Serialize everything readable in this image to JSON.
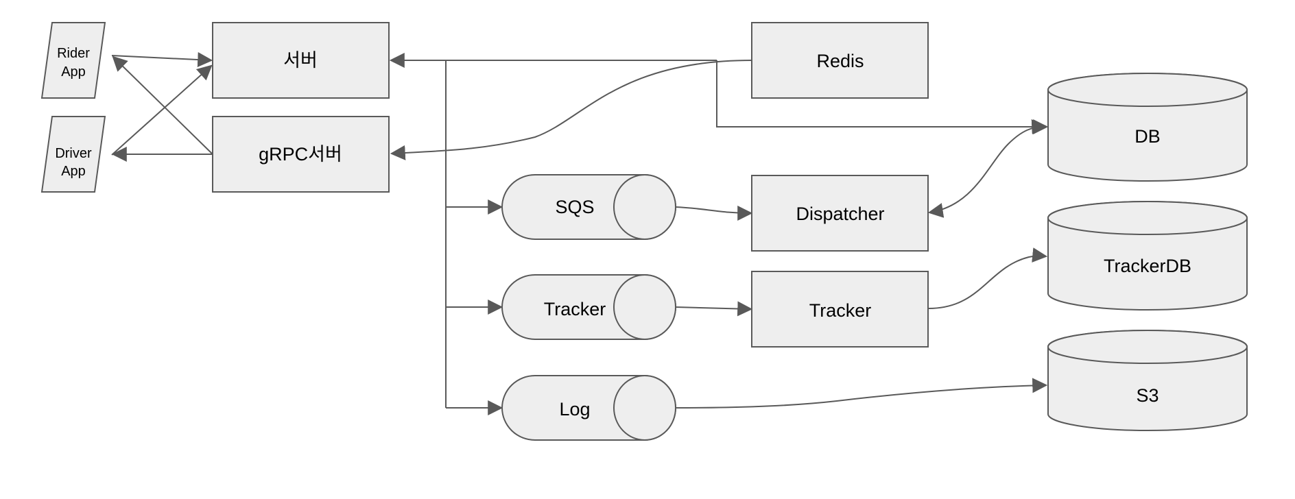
{
  "diagram": {
    "nodes": {
      "rider_app": [
        "Rider",
        "App"
      ],
      "driver_app": [
        "Driver",
        "App"
      ],
      "server": "서버",
      "grpc_server": "gRPC서버",
      "redis": "Redis",
      "db": "DB",
      "sqs": "SQS",
      "dispatcher": "Dispatcher",
      "tracker_queue": "Tracker",
      "tracker": "Tracker",
      "tracker_db": "TrackerDB",
      "log": "Log",
      "s3": "S3"
    },
    "edges": [
      {
        "from": "rider_app",
        "to": "server"
      },
      {
        "from": "driver_app",
        "to": "server"
      },
      {
        "from": "grpc_server",
        "to": "rider_app"
      },
      {
        "from": "grpc_server",
        "to": "driver_app"
      },
      {
        "from": "redis",
        "to": "server"
      },
      {
        "from": "redis",
        "to": "grpc_server"
      },
      {
        "from": "redis",
        "to": "db"
      },
      {
        "from": "server",
        "to": "sqs"
      },
      {
        "from": "server",
        "to": "tracker_queue"
      },
      {
        "from": "server",
        "to": "log"
      },
      {
        "from": "sqs",
        "to": "dispatcher"
      },
      {
        "from": "dispatcher",
        "to": "db",
        "bidirectional": true
      },
      {
        "from": "tracker_queue",
        "to": "tracker"
      },
      {
        "from": "tracker",
        "to": "tracker_db"
      },
      {
        "from": "log",
        "to": "s3"
      }
    ],
    "colors": {
      "fill": "#eeeeee",
      "stroke": "#595959",
      "text": "#000000"
    }
  }
}
